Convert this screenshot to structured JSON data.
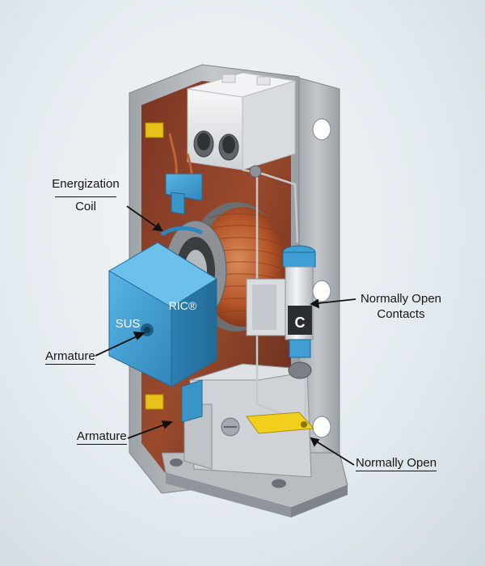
{
  "diagram": {
    "labels": {
      "energization_coil_line1": "Energization",
      "energization_coil_line2": "Coil",
      "armature_upper": "Armature",
      "armature_lower": "Armature",
      "normally_open_contacts_line1": "Normally Open",
      "normally_open_contacts_line2": "Contacts",
      "normally_open": "Normally Open"
    },
    "markings": {
      "armature_left": "SUS",
      "armature_brand": "RIC®",
      "contact_letter": "C"
    },
    "colors": {
      "frame": "#a9adb2",
      "coil_copper": "#b5552a",
      "armature_blue": "#3f9fd4",
      "terminal_white": "#eceef0",
      "contact_yellow": "#f2cf1c",
      "label_text": "#151515"
    }
  }
}
